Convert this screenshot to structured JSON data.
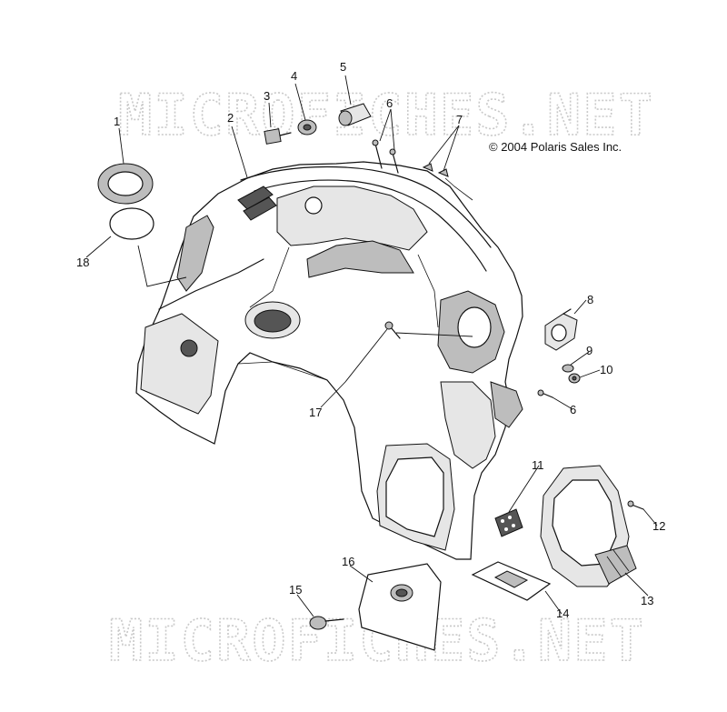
{
  "watermark": {
    "top_text": "MICROFICHES.NET",
    "bottom_text": "MICROFICHES.NET",
    "color": "#c9c9c9"
  },
  "copyright": "© 2004 Polaris Sales Inc.",
  "callouts": {
    "c1": "1",
    "c2": "2",
    "c3": "3",
    "c4": "4",
    "c5": "5",
    "c6a": "6",
    "c6b": "6",
    "c7": "7",
    "c8": "8",
    "c9": "9",
    "c10": "10",
    "c11": "11",
    "c12": "12",
    "c13": "13",
    "c14": "14",
    "c15": "15",
    "c16": "16",
    "c17": "17",
    "c18": "18"
  },
  "colors": {
    "line": "#111111",
    "shade": "#bdbdbd",
    "background": "#ffffff"
  }
}
